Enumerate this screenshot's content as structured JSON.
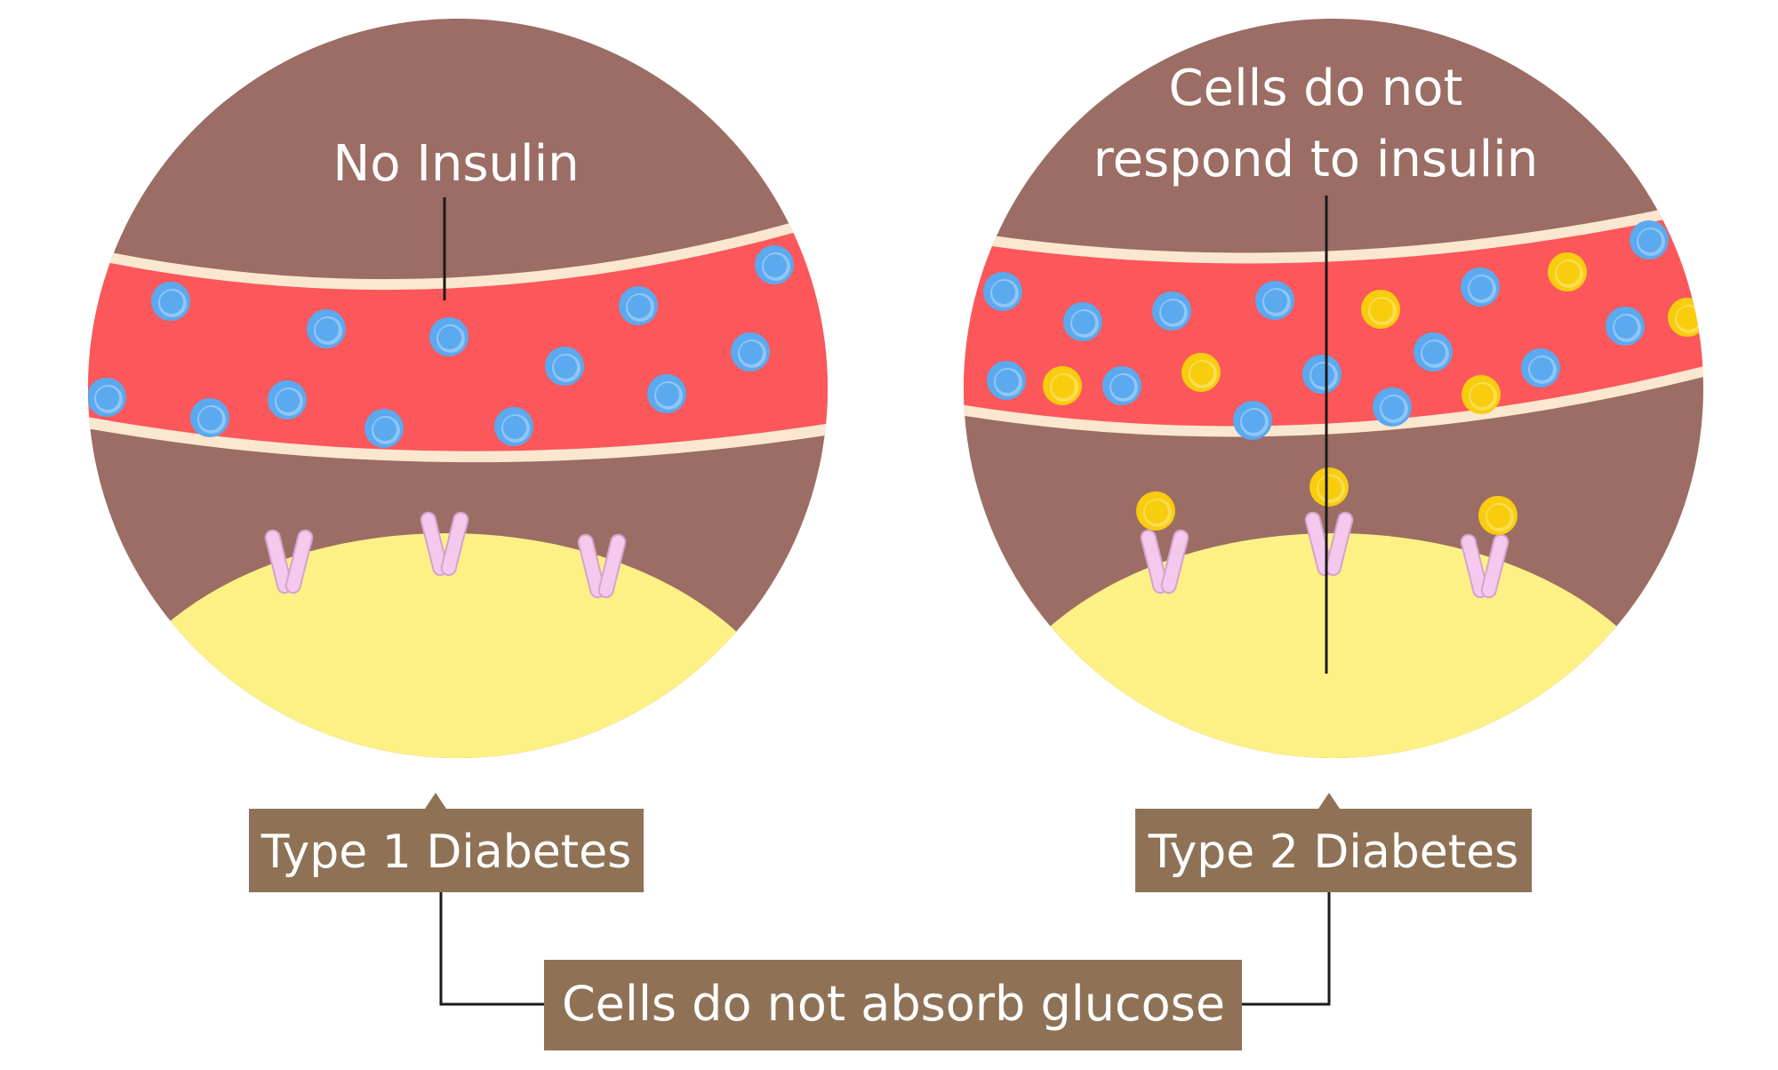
{
  "colors": {
    "tissue": "#9b6d64",
    "vessel": "#fc575a",
    "vessel_wall": "#fbe7cf",
    "cell": "#fdf185",
    "receptor": "#f5c8ee",
    "receptor_stroke": "#d6a3cd",
    "glucose": "#5ba9ef",
    "glucose_hi": "#b9defb",
    "insulin": "#f8cd0d",
    "insulin_hi": "#fdeb8c",
    "label_box": "#8f7255",
    "label_text": "#ffffff",
    "line": "#1a1a1a"
  },
  "left_panel": {
    "annotation": "No Insulin",
    "label": "Type 1 Diabetes"
  },
  "right_panel": {
    "annotation_line1": "Cells do not",
    "annotation_line2": "respond to insulin",
    "label": "Type 2 Diabetes"
  },
  "shared_label": "Cells do not absorb glucose",
  "legend_icons": {
    "glucose": "blue-circle",
    "insulin": "yellow-circle",
    "receptor": "pink-receptor"
  }
}
